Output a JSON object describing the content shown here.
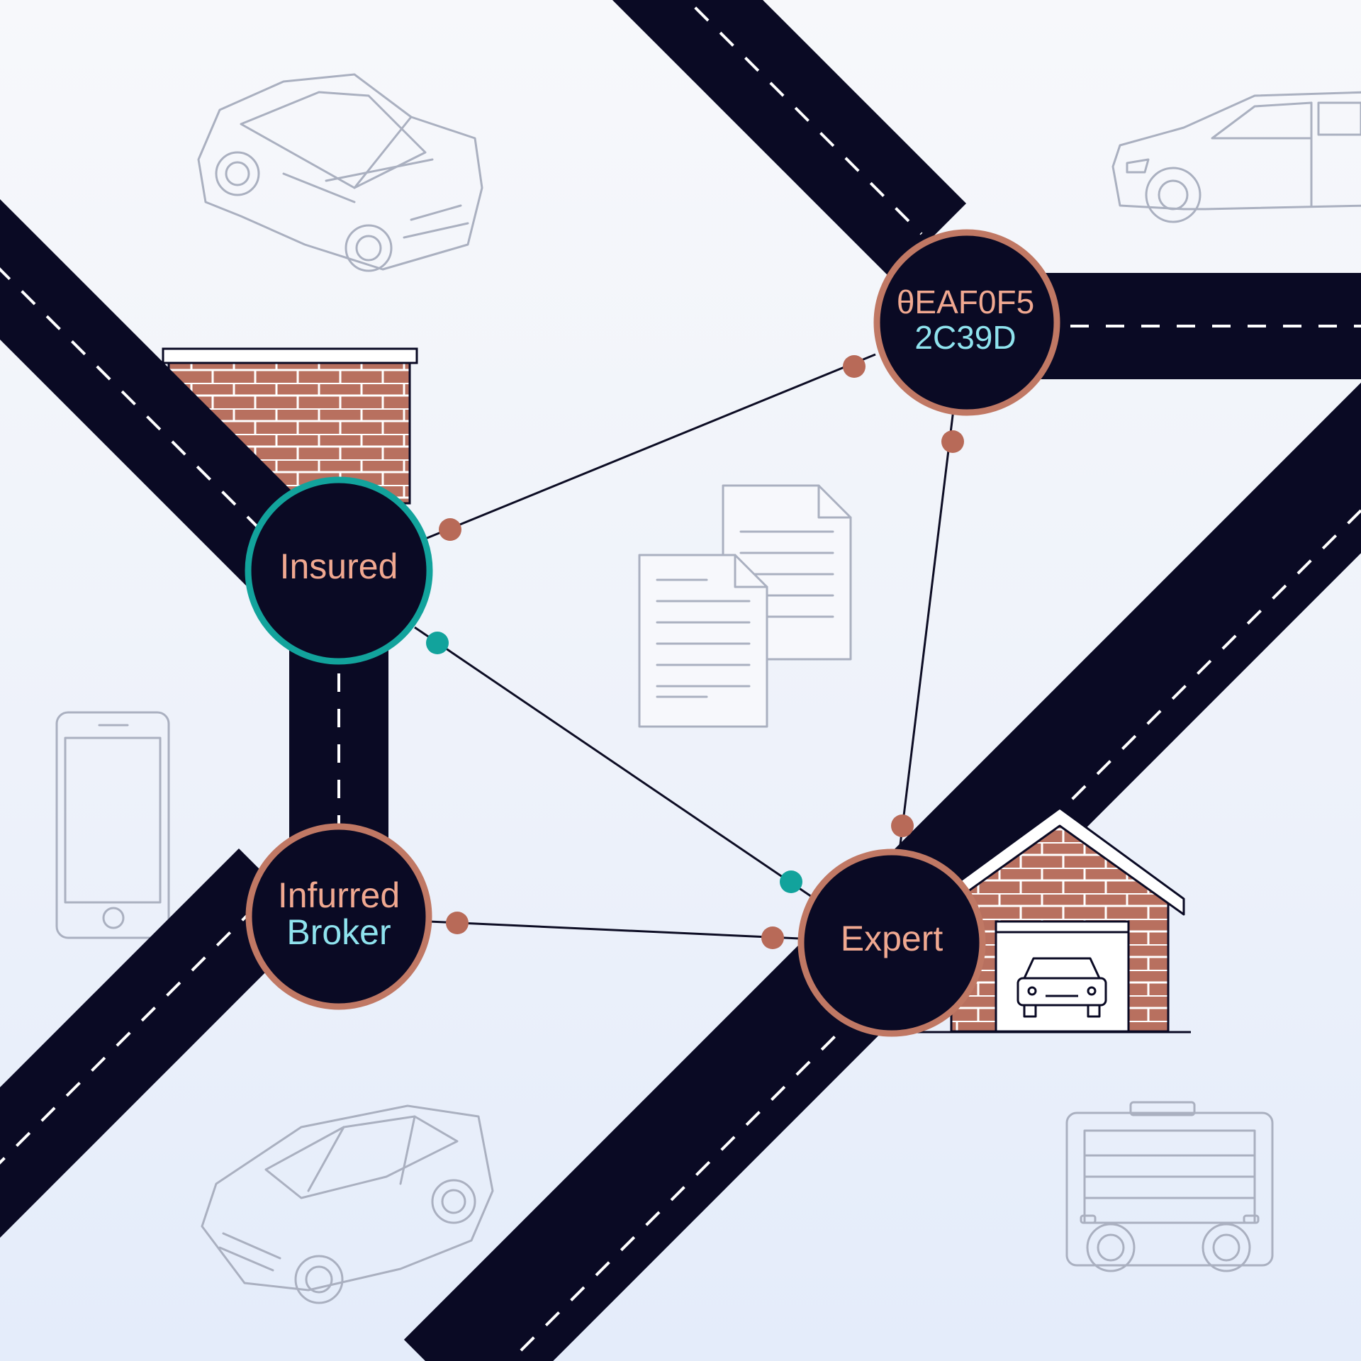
{
  "nodes": {
    "insured": {
      "label": "Insured",
      "label_color": "#f0a890",
      "ring_color": "#12a39c"
    },
    "hub": {
      "line1": "θEAF0F5",
      "line2": "2C39D",
      "line1_color": "#f0a890",
      "line2_color": "#8fe3ee",
      "ring_color": "#c07864"
    },
    "broker": {
      "line1": "Infurred",
      "line2": "Broker",
      "line1_color": "#f0a890",
      "line2_color": "#8fe3ee",
      "ring_color": "#c07864"
    },
    "expert": {
      "label": "Expert",
      "label_color": "#f0a890",
      "ring_color": "#c07864"
    }
  },
  "colors": {
    "road": "#0a0a24",
    "node_fill": "#0a0a24",
    "brick": "#b8705f",
    "connector_copper": "#b86a58",
    "connector_teal": "#12a39c",
    "line_art": "#aab0c0"
  },
  "icons": [
    "sedan-car-icon",
    "coupe-car-icon",
    "document-icon",
    "smartphone-icon",
    "delivery-truck-icon",
    "garage-icon",
    "brick-wall-icon"
  ]
}
